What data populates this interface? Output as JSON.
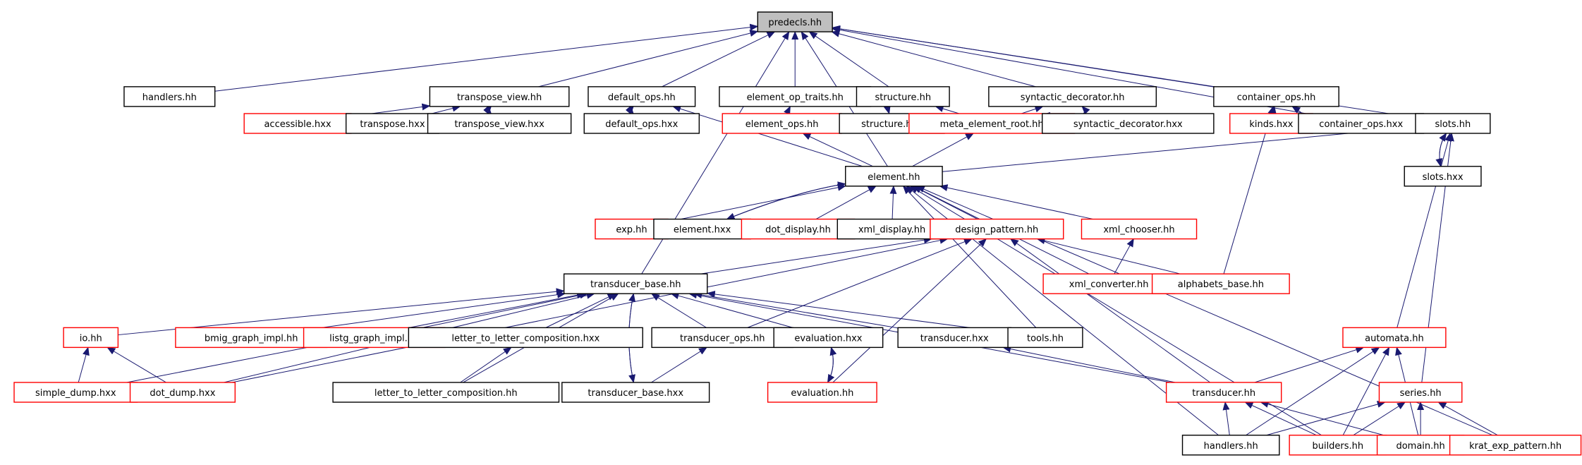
{
  "nodes": [
    {
      "id": "predecls_hh",
      "label": "predecls.hh",
      "border": "root"
    },
    {
      "id": "handlers_hh_top",
      "label": "handlers.hh",
      "border": "black"
    },
    {
      "id": "transpose_view_hh",
      "label": "transpose_view.hh",
      "border": "black"
    },
    {
      "id": "default_ops_hh",
      "label": "default_ops.hh",
      "border": "black"
    },
    {
      "id": "element_op_traits_hh",
      "label": "element_op_traits.hh",
      "border": "black"
    },
    {
      "id": "structure_hh",
      "label": "structure.hh",
      "border": "black"
    },
    {
      "id": "syntactic_decorator_hh",
      "label": "syntactic_decorator.hh",
      "border": "black"
    },
    {
      "id": "container_ops_hh",
      "label": "container_ops.hh",
      "border": "black"
    },
    {
      "id": "accessible_hxx",
      "label": "accessible.hxx",
      "border": "red"
    },
    {
      "id": "transpose_hxx",
      "label": "transpose.hxx",
      "border": "black"
    },
    {
      "id": "transpose_view_hxx",
      "label": "transpose_view.hxx",
      "border": "black"
    },
    {
      "id": "default_ops_hxx",
      "label": "default_ops.hxx",
      "border": "black"
    },
    {
      "id": "element_ops_hh",
      "label": "element_ops.hh",
      "border": "red"
    },
    {
      "id": "structure_hxx",
      "label": "structure.hxx",
      "border": "black"
    },
    {
      "id": "meta_element_root_hh",
      "label": "meta_element_root.hh",
      "border": "red"
    },
    {
      "id": "syntactic_decorator_hxx",
      "label": "syntactic_decorator.hxx",
      "border": "black"
    },
    {
      "id": "kinds_hxx",
      "label": "kinds.hxx",
      "border": "red"
    },
    {
      "id": "container_ops_hxx",
      "label": "container_ops.hxx",
      "border": "black"
    },
    {
      "id": "slots_hh",
      "label": "slots.hh",
      "border": "black"
    },
    {
      "id": "element_hh",
      "label": "element.hh",
      "border": "black"
    },
    {
      "id": "slots_hxx",
      "label": "slots.hxx",
      "border": "black"
    },
    {
      "id": "exp_hh",
      "label": "exp.hh",
      "border": "red"
    },
    {
      "id": "element_hxx",
      "label": "element.hxx",
      "border": "black"
    },
    {
      "id": "dot_display_hh",
      "label": "dot_display.hh",
      "border": "red"
    },
    {
      "id": "xml_display_hh",
      "label": "xml_display.hh",
      "border": "black"
    },
    {
      "id": "design_pattern_hh",
      "label": "design_pattern.hh",
      "border": "red"
    },
    {
      "id": "xml_chooser_hh",
      "label": "xml_chooser.hh",
      "border": "red"
    },
    {
      "id": "xml_converter_hh",
      "label": "xml_converter.hh",
      "border": "red"
    },
    {
      "id": "alphabets_base_hh",
      "label": "alphabets_base.hh",
      "border": "red"
    },
    {
      "id": "transducer_base_hh",
      "label": "transducer_base.hh",
      "border": "black"
    },
    {
      "id": "io_hh",
      "label": "io.hh",
      "border": "red"
    },
    {
      "id": "bmig_graph_impl_hh",
      "label": "bmig_graph_impl.hh",
      "border": "red"
    },
    {
      "id": "listg_graph_impl_hh",
      "label": "listg_graph_impl.hh",
      "border": "red"
    },
    {
      "id": "letter_to_letter_composition_hxx",
      "label": "letter_to_letter_composition.hxx",
      "border": "black"
    },
    {
      "id": "transducer_ops_hh",
      "label": "transducer_ops.hh",
      "border": "black"
    },
    {
      "id": "evaluation_hxx",
      "label": "evaluation.hxx",
      "border": "black"
    },
    {
      "id": "transducer_hxx",
      "label": "transducer.hxx",
      "border": "black"
    },
    {
      "id": "tools_hh",
      "label": "tools.hh",
      "border": "black"
    },
    {
      "id": "automata_hh",
      "label": "automata.hh",
      "border": "red"
    },
    {
      "id": "simple_dump_hxx",
      "label": "simple_dump.hxx",
      "border": "red"
    },
    {
      "id": "dot_dump_hxx",
      "label": "dot_dump.hxx",
      "border": "red"
    },
    {
      "id": "letter_to_letter_composition_hh",
      "label": "letter_to_letter_composition.hh",
      "border": "black"
    },
    {
      "id": "transducer_base_hxx",
      "label": "transducer_base.hxx",
      "border": "black"
    },
    {
      "id": "evaluation_hh",
      "label": "evaluation.hh",
      "border": "red"
    },
    {
      "id": "transducer_hh",
      "label": "transducer.hh",
      "border": "red"
    },
    {
      "id": "series_hh",
      "label": "series.hh",
      "border": "red"
    },
    {
      "id": "handlers_hh_bottom",
      "label": "handlers.hh",
      "border": "black"
    },
    {
      "id": "builders_hh",
      "label": "builders.hh",
      "border": "red"
    },
    {
      "id": "domain_hh",
      "label": "domain.hh",
      "border": "red"
    },
    {
      "id": "krat_exp_pattern_hh",
      "label": "krat_exp_pattern.hh",
      "border": "red"
    }
  ],
  "edges": [
    [
      "handlers_hh_top",
      "predecls_hh"
    ],
    [
      "transpose_view_hh",
      "predecls_hh"
    ],
    [
      "default_ops_hh",
      "predecls_hh"
    ],
    [
      "element_op_traits_hh",
      "predecls_hh"
    ],
    [
      "structure_hh",
      "predecls_hh"
    ],
    [
      "syntactic_decorator_hh",
      "predecls_hh"
    ],
    [
      "container_ops_hh",
      "predecls_hh"
    ],
    [
      "container_ops_hxx",
      "predecls_hh"
    ],
    [
      "slots_hh",
      "predecls_hh"
    ],
    [
      "element_hh",
      "predecls_hh"
    ],
    [
      "transducer_base_hh",
      "predecls_hh"
    ],
    [
      "accessible_hxx",
      "transpose_view_hh"
    ],
    [
      "transpose_hxx",
      "transpose_view_hh"
    ],
    [
      "transpose_view_hxx",
      "transpose_view_hh"
    ],
    [
      "transpose_view_hh",
      "transpose_view_hxx"
    ],
    [
      "default_ops_hxx",
      "default_ops_hh"
    ],
    [
      "default_ops_hh",
      "default_ops_hxx"
    ],
    [
      "element_hh",
      "default_ops_hh"
    ],
    [
      "element_ops_hh",
      "element_op_traits_hh"
    ],
    [
      "structure_hxx",
      "structure_hh"
    ],
    [
      "structure_hh",
      "structure_hxx"
    ],
    [
      "meta_element_root_hh",
      "structure_hh"
    ],
    [
      "meta_element_root_hh",
      "syntactic_decorator_hh"
    ],
    [
      "syntactic_decorator_hxx",
      "syntactic_decorator_hh"
    ],
    [
      "syntactic_decorator_hh",
      "syntactic_decorator_hxx"
    ],
    [
      "kinds_hxx",
      "container_ops_hh"
    ],
    [
      "container_ops_hxx",
      "container_ops_hh"
    ],
    [
      "container_ops_hh",
      "container_ops_hxx"
    ],
    [
      "alphabets_base_hh",
      "container_ops_hh"
    ],
    [
      "element_hh",
      "element_ops_hh"
    ],
    [
      "element_hh",
      "meta_element_root_hh"
    ],
    [
      "element_hh",
      "slots_hh"
    ],
    [
      "slots_hxx",
      "slots_hh"
    ],
    [
      "slots_hh",
      "slots_hxx"
    ],
    [
      "automata_hh",
      "slots_hh"
    ],
    [
      "series_hh",
      "slots_hh"
    ],
    [
      "exp_hh",
      "element_hh"
    ],
    [
      "element_hxx",
      "element_hh"
    ],
    [
      "element_hh",
      "element_hxx"
    ],
    [
      "dot_display_hh",
      "element_hh"
    ],
    [
      "xml_display_hh",
      "element_hh"
    ],
    [
      "design_pattern_hh",
      "element_hh"
    ],
    [
      "xml_chooser_hh",
      "element_hh"
    ],
    [
      "xml_converter_hh",
      "element_hh"
    ],
    [
      "tools_hh",
      "element_hh"
    ],
    [
      "builders_hh",
      "element_hh"
    ],
    [
      "krat_exp_pattern_hh",
      "element_hh"
    ],
    [
      "handlers_hh_bottom",
      "element_hh"
    ],
    [
      "xml_converter_hh",
      "xml_chooser_hh"
    ],
    [
      "transducer_base_hh",
      "design_pattern_hh"
    ],
    [
      "alphabets_base_hh",
      "design_pattern_hh"
    ],
    [
      "transducer_ops_hh",
      "design_pattern_hh"
    ],
    [
      "evaluation_hh",
      "design_pattern_hh"
    ],
    [
      "transducer_hh",
      "design_pattern_hh"
    ],
    [
      "dot_dump_hxx",
      "design_pattern_hh"
    ],
    [
      "io_hh",
      "transducer_base_hh"
    ],
    [
      "simple_dump_hxx",
      "transducer_base_hh"
    ],
    [
      "dot_dump_hxx",
      "transducer_base_hh"
    ],
    [
      "bmig_graph_impl_hh",
      "transducer_base_hh"
    ],
    [
      "listg_graph_impl_hh",
      "transducer_base_hh"
    ],
    [
      "letter_to_letter_composition_hxx",
      "transducer_base_hh"
    ],
    [
      "letter_to_letter_composition_hh",
      "transducer_base_hh"
    ],
    [
      "transducer_base_hxx",
      "transducer_base_hh"
    ],
    [
      "transducer_base_hh",
      "transducer_base_hxx"
    ],
    [
      "transducer_ops_hh",
      "transducer_base_hh"
    ],
    [
      "evaluation_hxx",
      "transducer_base_hh"
    ],
    [
      "transducer_hxx",
      "transducer_base_hh"
    ],
    [
      "tools_hh",
      "transducer_base_hh"
    ],
    [
      "transducer_hh",
      "transducer_base_hh"
    ],
    [
      "simple_dump_hxx",
      "io_hh"
    ],
    [
      "dot_dump_hxx",
      "io_hh"
    ],
    [
      "letter_to_letter_composition_hh",
      "letter_to_letter_composition_hxx"
    ],
    [
      "transducer_base_hxx",
      "transducer_ops_hh"
    ],
    [
      "evaluation_hh",
      "evaluation_hxx"
    ],
    [
      "evaluation_hxx",
      "evaluation_hh"
    ],
    [
      "transducer_hh",
      "transducer_hxx"
    ],
    [
      "transducer_hh",
      "automata_hh"
    ],
    [
      "handlers_hh_bottom",
      "automata_hh"
    ],
    [
      "builders_hh",
      "automata_hh"
    ],
    [
      "domain_hh",
      "automata_hh"
    ],
    [
      "handlers_hh_bottom",
      "transducer_hh"
    ],
    [
      "builders_hh",
      "transducer_hh"
    ],
    [
      "domain_hh",
      "transducer_hh"
    ],
    [
      "handlers_hh_bottom",
      "series_hh"
    ],
    [
      "builders_hh",
      "series_hh"
    ],
    [
      "domain_hh",
      "series_hh"
    ],
    [
      "krat_exp_pattern_hh",
      "series_hh"
    ]
  ]
}
